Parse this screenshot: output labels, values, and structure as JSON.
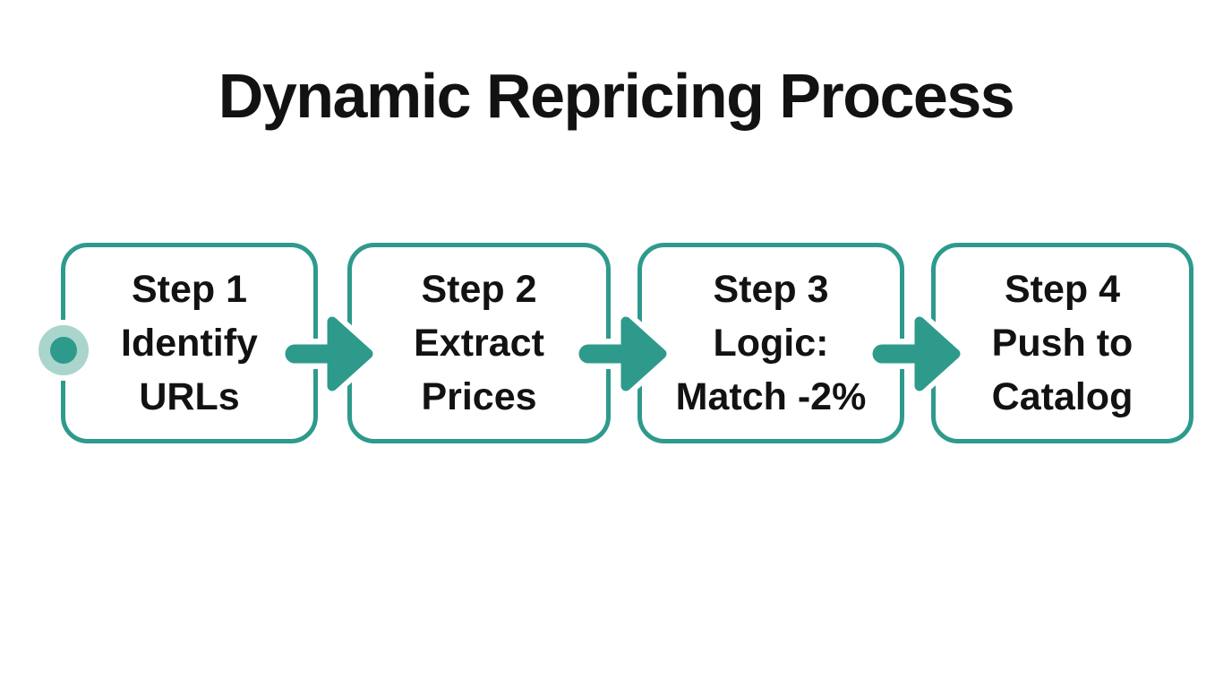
{
  "title": "Dynamic Repricing Process",
  "colors": {
    "teal": "#2E9A8C",
    "teal_light": "#A9D5CD",
    "text": "#121212",
    "background": "#FFFFFF"
  },
  "steps": [
    {
      "label": "Step 1",
      "lines": [
        "Identify",
        "URLs"
      ]
    },
    {
      "label": "Step 2",
      "lines": [
        "Extract",
        "Prices"
      ]
    },
    {
      "label": "Step 3",
      "lines": [
        "Logic:",
        "Match -2%"
      ]
    },
    {
      "label": "Step 4",
      "lines": [
        "Push to",
        "Catalog"
      ]
    }
  ],
  "icons": {
    "connector": "arrow-right-icon",
    "start": "start-dot-icon"
  }
}
